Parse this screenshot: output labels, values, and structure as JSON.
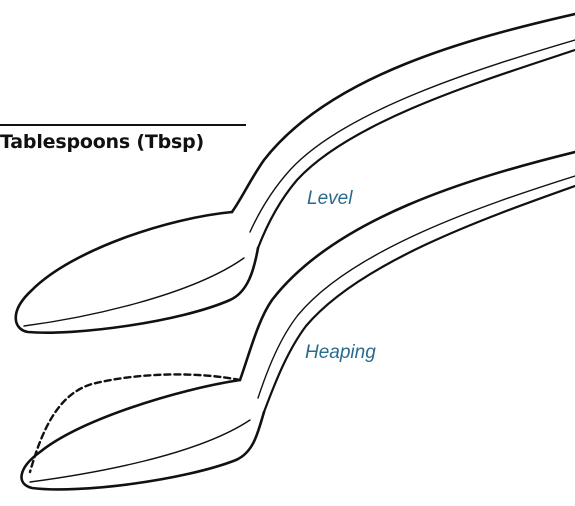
{
  "section": {
    "heading": "Tablespoons (Tbsp)"
  },
  "spoons": [
    {
      "label": "Level",
      "fill": "level"
    },
    {
      "label": "Heaping",
      "fill": "heaping"
    }
  ],
  "colors": {
    "caption": "#2b6a8f",
    "line": "#111111"
  }
}
